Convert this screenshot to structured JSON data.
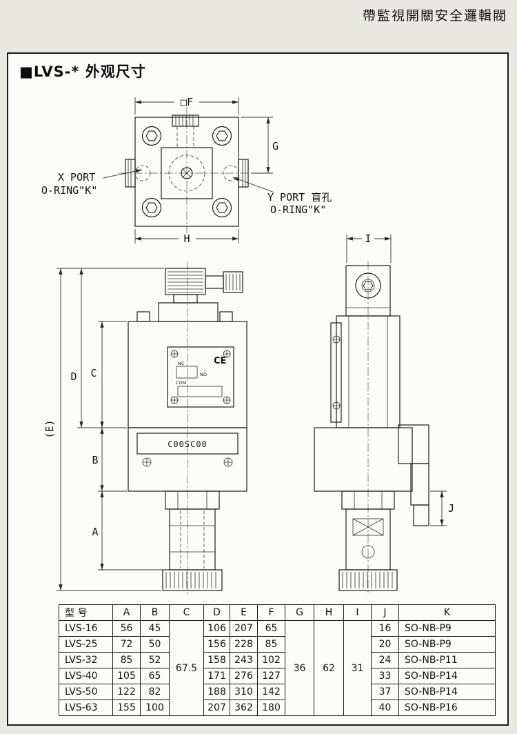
{
  "page": {
    "header_title": "帶監視開關安全邏輯閥",
    "section_title": "■LVS-* 外观尺寸"
  },
  "diagram": {
    "dims": {
      "F": "□F",
      "G": "G",
      "H": "H",
      "I": "I",
      "J": "J",
      "A": "A",
      "B": "B",
      "C": "C",
      "D": "D",
      "E": "(E)"
    },
    "callouts": {
      "x_port_line1": "X PORT",
      "x_port_line2": "O-RING\"K\"",
      "y_port_line1": "Y PORT 盲孔",
      "y_port_line2": "O-RING\"K\""
    },
    "plate": {
      "nameplate": "C00SC00",
      "ce_mark": "CE",
      "nc": "NC",
      "com": "COM",
      "no": "NO"
    }
  },
  "table": {
    "column_keys": [
      "model",
      "A",
      "B",
      "C",
      "D",
      "E",
      "F",
      "G",
      "H",
      "I",
      "J",
      "K"
    ],
    "headers": [
      "型 号",
      "A",
      "B",
      "C",
      "D",
      "E",
      "F",
      "G",
      "H",
      "I",
      "J",
      "K"
    ],
    "merged": {
      "C": "67.5",
      "G": "36",
      "H": "62",
      "I": "31"
    },
    "rows": [
      {
        "model": "LVS-16",
        "A": "56",
        "B": "45",
        "D": "106",
        "E": "207",
        "F": "65",
        "J": "16",
        "K": "SO-NB-P9"
      },
      {
        "model": "LVS-25",
        "A": "72",
        "B": "50",
        "D": "156",
        "E": "228",
        "F": "85",
        "J": "20",
        "K": "SO-NB-P9"
      },
      {
        "model": "LVS-32",
        "A": "85",
        "B": "52",
        "D": "158",
        "E": "243",
        "F": "102",
        "J": "24",
        "K": "SO-NB-P11"
      },
      {
        "model": "LVS-40",
        "A": "105",
        "B": "65",
        "D": "171",
        "E": "276",
        "F": "127",
        "J": "33",
        "K": "SO-NB-P14"
      },
      {
        "model": "LVS-50",
        "A": "122",
        "B": "82",
        "D": "188",
        "E": "310",
        "F": "142",
        "J": "37",
        "K": "SO-NB-P14"
      },
      {
        "model": "LVS-63",
        "A": "155",
        "B": "100",
        "D": "207",
        "E": "362",
        "F": "180",
        "J": "40",
        "K": "SO-NB-P16"
      }
    ]
  }
}
